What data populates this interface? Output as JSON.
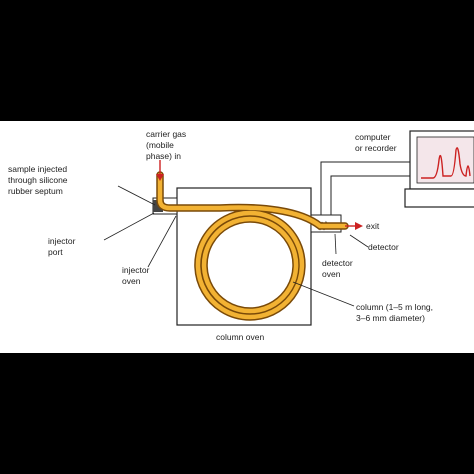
{
  "labels": {
    "carrier_gas": [
      "carrier gas",
      "(mobile",
      "phase) in"
    ],
    "sample": [
      "sample injected",
      "through silicone",
      "rubber septum"
    ],
    "injector_port": [
      "injector",
      "port"
    ],
    "injector_oven": [
      "injector",
      "oven"
    ],
    "column_oven": "column oven",
    "computer": [
      "computer",
      "or recorder"
    ],
    "exit": "exit",
    "detector": "detector",
    "detector_oven": [
      "detector",
      "oven"
    ],
    "column": [
      "column (1–5 m long,",
      "3–6 mm diameter)"
    ]
  },
  "colors": {
    "background": "#000000",
    "panel": "#ffffff",
    "line": "#222222",
    "column_tube": "#f2b233",
    "column_edge": "#7a4a08",
    "arrow": "#cc2222",
    "screen": "#f4e6ea",
    "peaks": "#cc2222"
  },
  "icons": [
    "red-arrow-icon",
    "heater-coil-icon",
    "monitor-icon"
  ]
}
